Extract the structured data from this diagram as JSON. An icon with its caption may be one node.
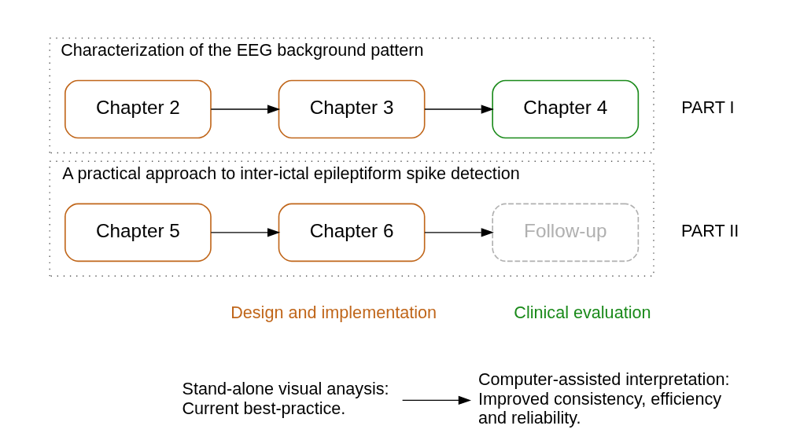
{
  "diagram": {
    "nodes": [
      {
        "text": [
          "Characterization of the EEG background pattern"
        ],
        "beside": [
          "PART I"
        ]
      },
      {
        "text": [
          "Chapter 2"
        ],
        "in": 0
      },
      {
        "text": [
          "Chapter 3"
        ],
        "in": 0
      },
      {
        "text": [
          "Chapter 4"
        ],
        "in": 0
      },
      {
        "text": [
          "A practical approach to inter-ictal epileptiform spike detection"
        ],
        "beside": [
          "PART II"
        ]
      },
      {
        "text": [
          "Chapter 5"
        ],
        "in": 4
      },
      {
        "text": [
          "Chapter 6"
        ],
        "in": 4
      },
      {
        "text": [
          "Follow-up"
        ],
        "in": 4
      },
      {
        "text": [
          "Stand-alone visual anaysis: Current best-practice."
        ]
      },
      {
        "text": [
          "Computer-assisted interpretation: Improved consistency, efficiency and reliability."
        ]
      }
    ],
    "edges": [
      {
        "from": 1,
        "to": 2,
        "arrow": "to"
      },
      {
        "from": 2,
        "to": 3,
        "arrow": "to"
      },
      {
        "from": 5,
        "to": 6,
        "arrow": "to"
      },
      {
        "from": 6,
        "to": 7,
        "arrow": "to"
      },
      {
        "from": 8,
        "to": 9,
        "arrow": "to"
      }
    ],
    "labels": [
      "Design and implementation",
      "Clinical evaluation"
    ]
  }
}
